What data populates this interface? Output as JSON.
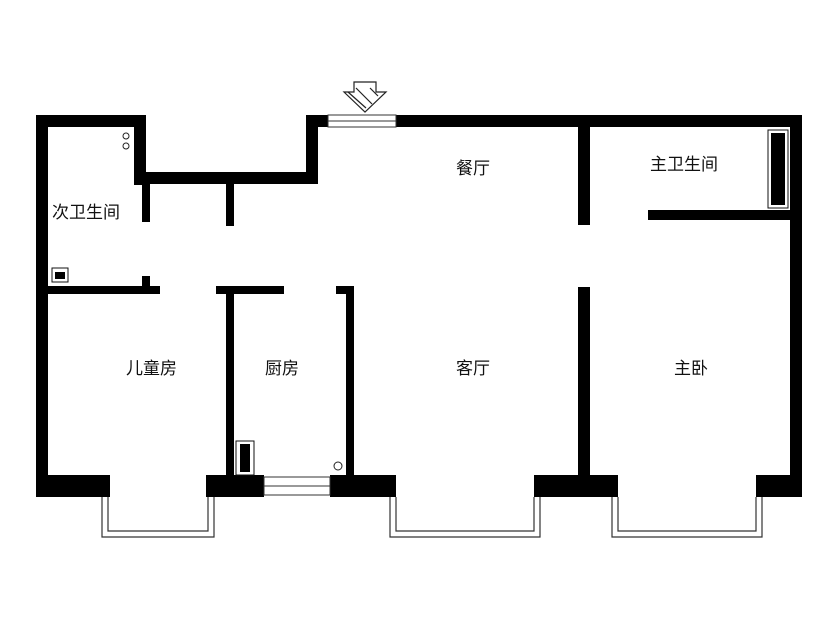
{
  "floorplan": {
    "rooms": {
      "second_bathroom": "次卫生间",
      "dining_room": "餐厅",
      "master_bathroom": "主卫生间",
      "childrens_room": "儿童房",
      "kitchen": "厨房",
      "living_room": "客厅",
      "master_bedroom": "主卧"
    }
  },
  "colors": {
    "wall": "#000000",
    "line": "#111111",
    "background": "#ffffff"
  }
}
